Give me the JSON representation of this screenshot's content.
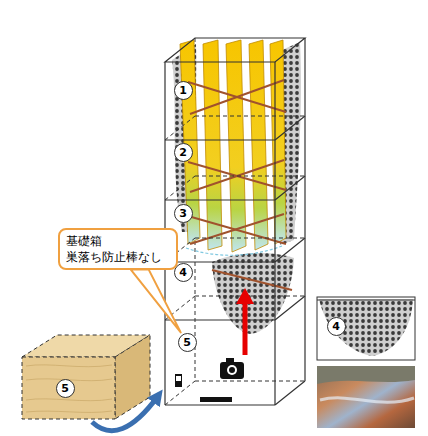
{
  "diagram": {
    "nodes": [
      {
        "text": [
          "1"
        ]
      },
      {
        "text": [
          "2"
        ]
      },
      {
        "text": [
          "3"
        ]
      },
      {
        "text": [
          "4"
        ]
      },
      {
        "text": [
          "基礎箱 巣落ち防止棒なし"
        ]
      },
      {
        "text": [
          "5"
        ]
      },
      {
        "text": [
          "5"
        ]
      },
      {
        "text": [
          "4"
        ]
      }
    ],
    "edges": [
      {
        "from": 4,
        "to": 5,
        "arrow": "none"
      }
    ]
  }
}
